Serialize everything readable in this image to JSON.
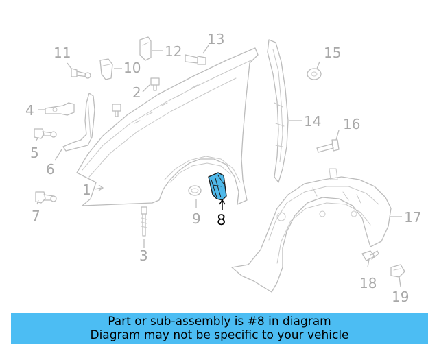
{
  "diagram": {
    "highlighted_part": "8",
    "callouts": [
      "1",
      "2",
      "3",
      "4",
      "5",
      "6",
      "7",
      "8",
      "9",
      "10",
      "11",
      "12",
      "13",
      "14",
      "15",
      "16",
      "17",
      "18",
      "19"
    ]
  },
  "banner": {
    "line1": "Part or sub-assembly is #8 in diagram",
    "line2": "Diagram may not be specific to your vehicle",
    "background": "#4cbdf3"
  },
  "colors": {
    "highlight": "#4fb8e9",
    "linework": "#bcbcbc"
  }
}
